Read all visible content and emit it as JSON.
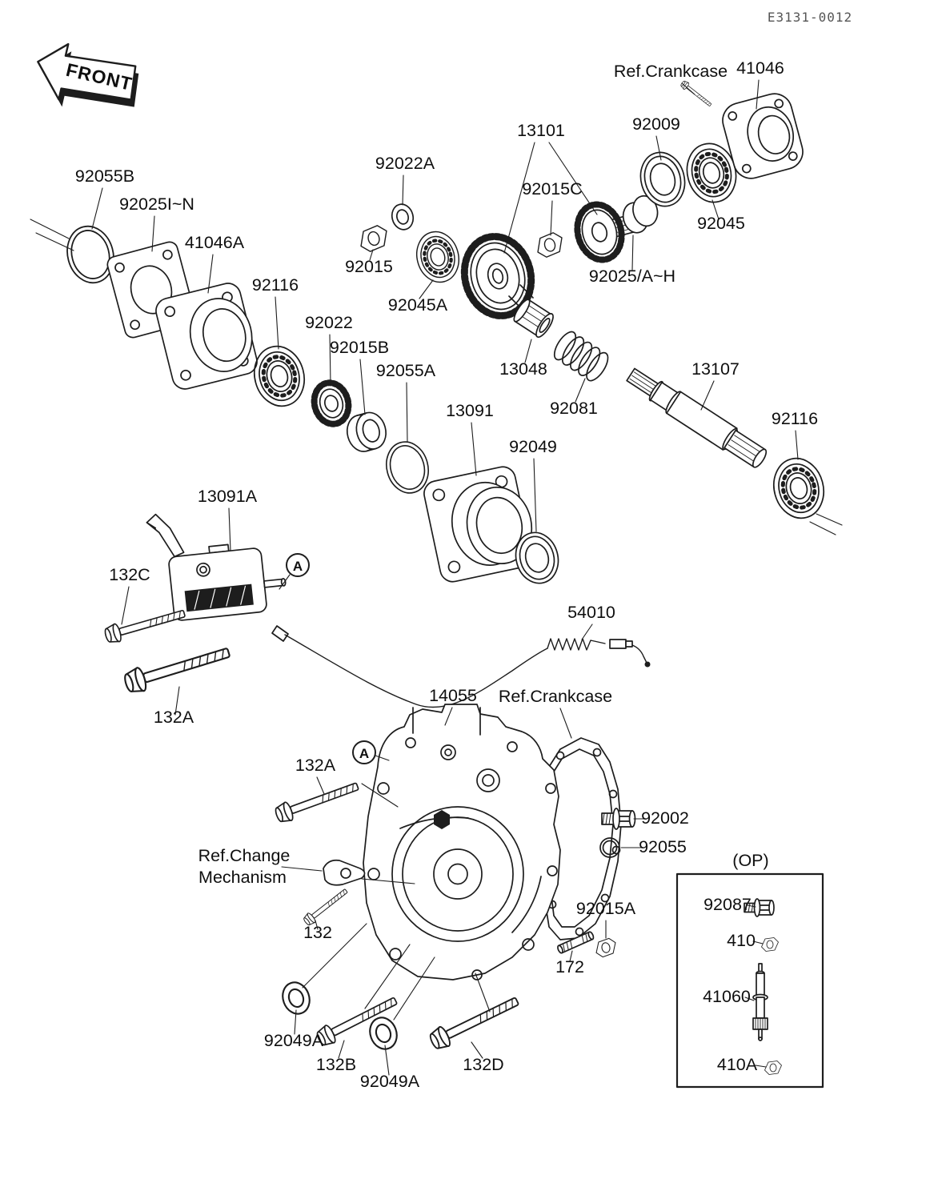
{
  "page": {
    "drawing_number": "E3131-0012",
    "front_arrow_label": "FRONT",
    "background_color": "#ffffff",
    "line_color": "#1d1d1d"
  },
  "markers": {
    "a_left": "A",
    "a_bottom": "A"
  },
  "op_box": {
    "title": "(OP)"
  },
  "labels": {
    "ref_crankcase_top": "Ref.Crankcase",
    "p41046": "41046",
    "p13101": "13101",
    "p92009": "92009",
    "p92022A": "92022A",
    "p92015C": "92015C",
    "p92055B": "92055B",
    "p92025IN": "92025I~N",
    "p41046A": "41046A",
    "p92045": "92045",
    "p92116_left": "92116",
    "p92015": "92015",
    "p92045A": "92045A",
    "p92025AH": "92025/A~H",
    "p92022": "92022",
    "p92015B": "92015B",
    "p92055A": "92055A",
    "p13048": "13048",
    "p92081": "92081",
    "p13107": "13107",
    "p13091": "13091",
    "p92049": "92049",
    "p92116_right": "92116",
    "p13091A": "13091A",
    "p132C": "132C",
    "p54010": "54010",
    "p132A_left": "132A",
    "p14055": "14055",
    "ref_crankcase_mid": "Ref.Crankcase",
    "p132A_mid": "132A",
    "p92002": "92002",
    "p92055": "92055",
    "ref_change_line1": "Ref.Change",
    "ref_change_line2": "Mechanism",
    "p132": "132",
    "p92015A": "92015A",
    "p172": "172",
    "p92087": "92087",
    "p410": "410",
    "p41060": "41060",
    "p410A": "410A",
    "p92049A_left": "92049A",
    "p132B": "132B",
    "p92049A_mid": "92049A",
    "p132D": "132D"
  }
}
